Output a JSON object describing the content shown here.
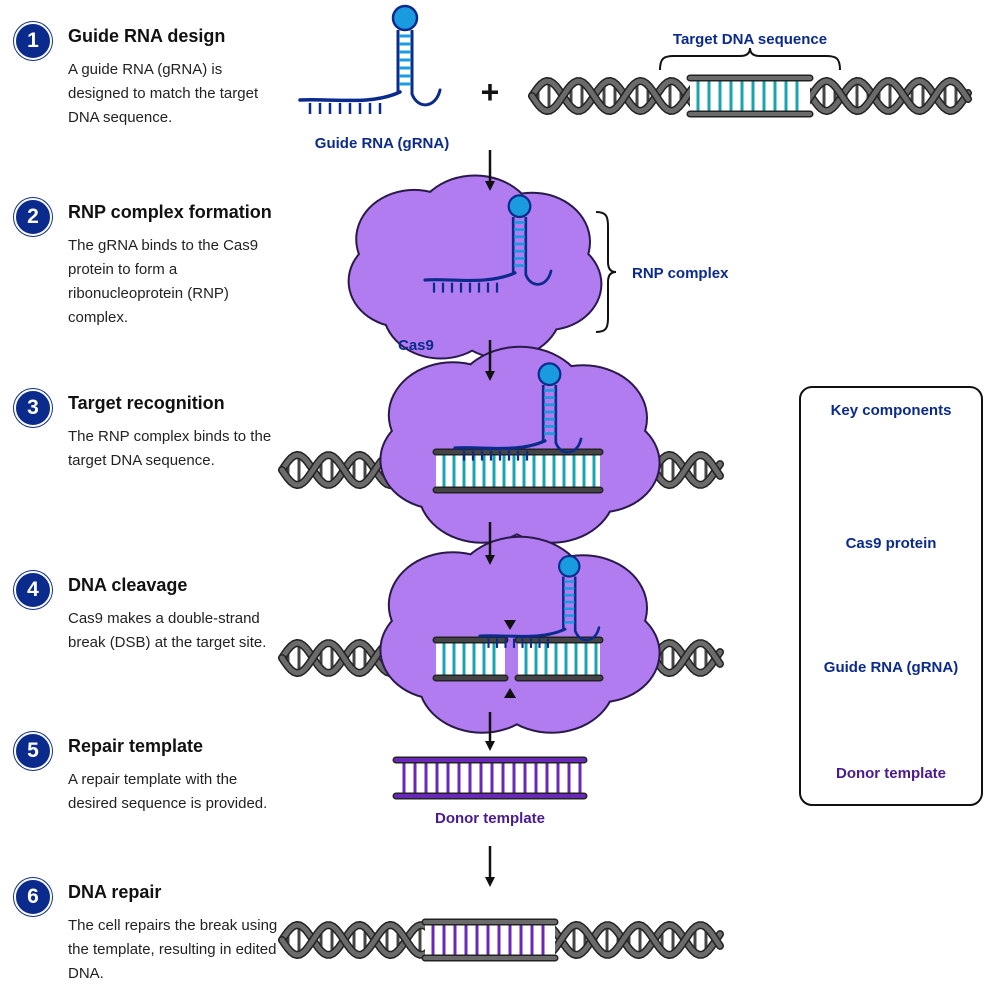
{
  "steps": [
    {
      "number": "1",
      "title": "Guide RNA design",
      "description": "A guide RNA (gRNA) is designed to match the target DNA sequence."
    },
    {
      "number": "2",
      "title": "RNP complex formation",
      "description": "The gRNA binds to the Cas9 protein to form a ribonucleoprotein (RNP) complex."
    },
    {
      "number": "3",
      "title": "Target recognition",
      "description": "The RNP complex binds to the target DNA sequence."
    },
    {
      "number": "4",
      "title": "DNA cleavage",
      "description": "Cas9 makes a double-strand break (DSB) at the target site."
    },
    {
      "number": "5",
      "title": "Repair template",
      "description": "A repair template with the desired sequence is provided."
    },
    {
      "number": "6",
      "title": "DNA repair",
      "description": "The cell repairs the break using the template, resulting in edited DNA."
    }
  ],
  "labels": {
    "guide_rna": "Guide RNA (gRNA)",
    "plus": "+",
    "target_dna": "Target DNA sequence",
    "rnp_complex": "RNP complex",
    "cas9": "Cas9",
    "donor_template": "Donor template"
  },
  "key": {
    "title": "Key components",
    "cas9": "Cas9 protein",
    "grna": "Guide RNA (gRNA)",
    "donor": "Donor template"
  },
  "colors": {
    "navy": "#0b2b8c",
    "cas9": "#b07cf0",
    "grna": "#1a9be0",
    "dna": "#555555",
    "target": "#1aa3b0",
    "donor": "#6a28b8"
  }
}
